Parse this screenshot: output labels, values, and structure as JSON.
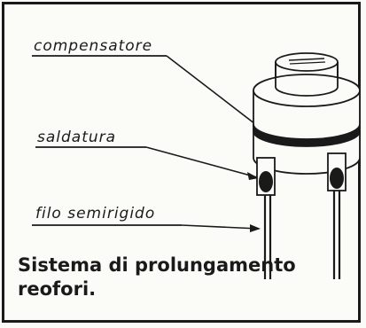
{
  "labels": {
    "compensatore": "compensatore",
    "saldatura": "saldatura",
    "filo": "filo semirigido"
  },
  "caption": {
    "line1": "Sistema di prolungamento",
    "line2": "reofori."
  }
}
